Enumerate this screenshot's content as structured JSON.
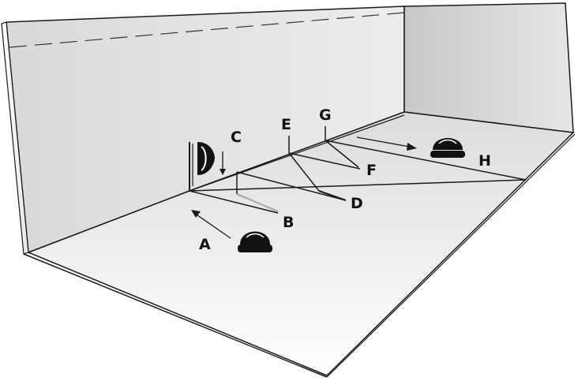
{
  "diagram": {
    "labels": {
      "a": "A",
      "b": "B",
      "c": "C",
      "d": "D",
      "e": "E",
      "f": "F",
      "g": "G",
      "h": "H"
    }
  },
  "colors": {
    "wall_dark": "#cfcfcf",
    "wall_light": "#f2f2f2",
    "floor": "#f4f4f4",
    "outline": "#1a1a1a",
    "ball": "#111111"
  }
}
